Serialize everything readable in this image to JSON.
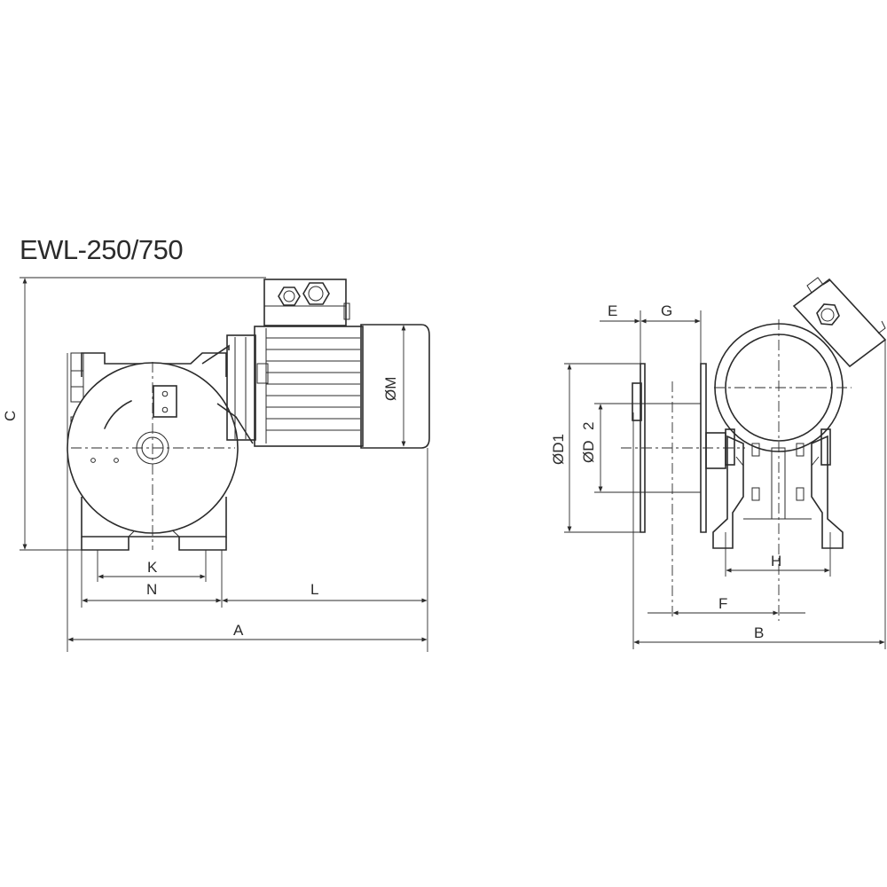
{
  "title": "EWL-250/750",
  "colors": {
    "line": "#2b2b2b",
    "background": "#ffffff"
  },
  "dimensions": {
    "A": "A",
    "B": "B",
    "C": "C",
    "E": "E",
    "F": "F",
    "G": "G",
    "H": "H",
    "K": "K",
    "L": "L",
    "N": "N",
    "M": "ØM",
    "D": "ØD",
    "D1": "ØD1",
    "two": "2"
  }
}
